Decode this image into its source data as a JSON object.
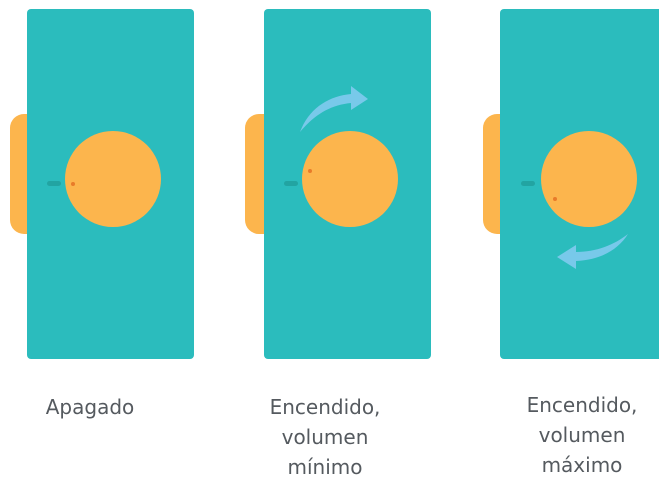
{
  "colors": {
    "panel": "#2bbcbd",
    "knob": "#fcb54d",
    "notch": "#22a4a2",
    "dot": "#e87b2a",
    "arrow": "#78c9ea",
    "text": "#555a5f"
  },
  "states": [
    {
      "id": "off",
      "caption_lines": [
        "Apagado"
      ],
      "arrow": "none"
    },
    {
      "id": "min",
      "caption_lines": [
        "Encendido,",
        "volumen",
        "mínimo"
      ],
      "arrow": "clockwise-top"
    },
    {
      "id": "max",
      "caption_lines": [
        "Encendido,",
        "volumen",
        "máximo"
      ],
      "arrow": "clockwise-bottom"
    }
  ]
}
